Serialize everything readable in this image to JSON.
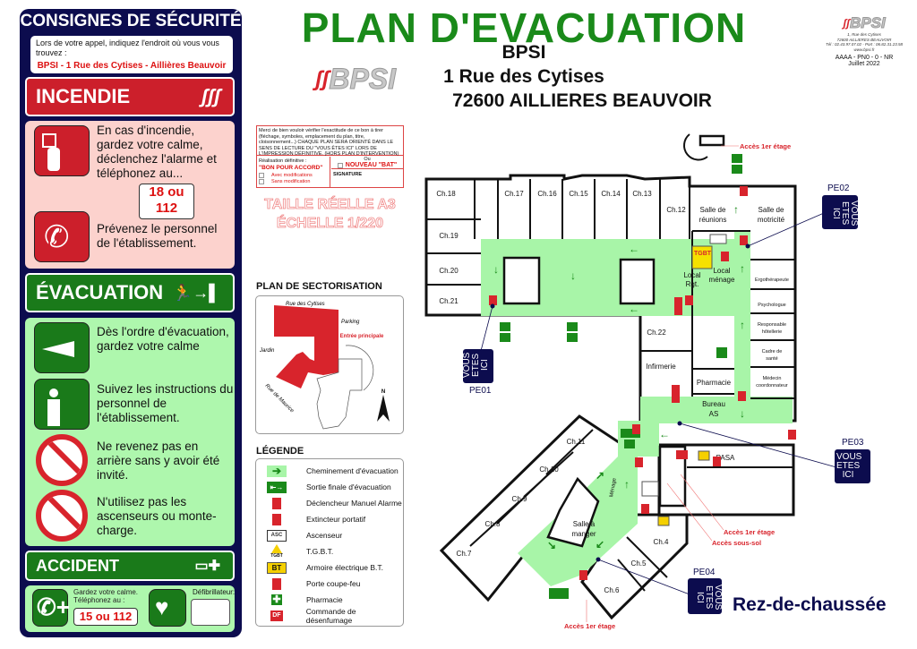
{
  "safety_panel": {
    "title": "CONSIGNES DE SÉCURITÉ",
    "call_instructions": "Lors de votre appel, indiquez l'endroit où vous vous trouvez :",
    "location": "BPSI - 1 Rue des Cytises - Aillières Beauvoir",
    "fire": {
      "header": "INCENDIE",
      "text1": "En cas d'incendie, gardez votre calme, déclenchez l'alarme et téléphonez au...",
      "number_line1": "18 ou",
      "number_line2": "112",
      "text2": "Prévenez le personnel de l'établissement."
    },
    "evacuation": {
      "header": "ÉVACUATION",
      "items": [
        "Dès l'ordre d'évacuation, gardez votre calme",
        "Suivez les instructions du personnel de l'établissement.",
        "Ne revenez pas en arrière sans y avoir été invité.",
        "N'utilisez pas les ascenseurs ou monte-charge."
      ]
    },
    "accident": {
      "header": "ACCIDENT",
      "call_text": "Gardez votre calme. Téléphonez au :",
      "number": "15 ou 112",
      "defib_label": "Défibrillateur:",
      "defib_value": ""
    }
  },
  "header": {
    "title": "PLAN D'EVACUATION",
    "company": "BPSI",
    "street": "1 Rue des Cytises",
    "city": "72600 AILLIERES BEAUVOIR",
    "logo_text": "BPSI"
  },
  "corner_info": {
    "logo_text": "BPSI",
    "address1": "1, Rue des Cytises",
    "address2": "72600 AILLIERES BEAUVOIR",
    "phones": "Tél : 02.43.97.07.02 - Port : 06.82.31.23.58",
    "website": "www.bpsi.fr",
    "reference": "AAAA - PN0 - 0 - NR",
    "date": "Juillet 2022"
  },
  "bat_box": {
    "notice": "Merci de bien vouloir vérifier l'exactitude de ce bon à tirer (fléchage, symboles, emplacement du plan, titre, cloisonnement...) CHAQUE PLAN SERA ORIENTÉ DANS LE SENS DE LECTURE DU \"VOUS ÊTES ICI\" LORS DE L'IMPRESSION DÉFINITIVE. (HORS PLAN D'INTERVENTION)",
    "realisation_label": "Réalisation définitive :",
    "bon_pour_accord": "\"BON POUR ACCORD\"",
    "avec_modifs": "Avec modifications",
    "sans_modifs": "Sans modification",
    "ou": "Ou",
    "nouveau_bat": "NOUVEAU \"BAT\"",
    "signature": "SIGNATURE"
  },
  "scale": {
    "line1": "TAILLE RÉELLE A3",
    "line2": "ÉCHELLE 1/220"
  },
  "sectorisation": {
    "title": "PLAN DE SECTORISATION",
    "labels": [
      "Rue des Cytises",
      "Parking",
      "Jardin",
      "Entrée principale",
      "Rue de Maurice"
    ],
    "north": "N"
  },
  "legend": {
    "title": "LÉGENDE",
    "items": [
      {
        "icon": "green-arrow",
        "label": "Cheminement d'évacuation"
      },
      {
        "icon": "exit-sign",
        "label": "Sortie finale d'évacuation"
      },
      {
        "icon": "manual-alarm",
        "label": "Déclencheur Manuel Alarme"
      },
      {
        "icon": "extinguisher",
        "label": "Extincteur portatif"
      },
      {
        "icon": "elevator",
        "label": "Ascenseur"
      },
      {
        "icon": "tgbt",
        "label": "T.G.B.T."
      },
      {
        "icon": "bt-cabinet",
        "label": "Armoire électrique B.T."
      },
      {
        "icon": "fire-door",
        "label": "Porte coupe-feu"
      },
      {
        "icon": "pharmacy",
        "label": "Pharmacie"
      },
      {
        "icon": "df",
        "label": "Commande de désenfumage"
      }
    ],
    "tgbt_text": "TGBT",
    "bt_text": "BT",
    "df_text": "DF",
    "asc_text": "ASC"
  },
  "floor_plan": {
    "level": "Rez-de-chaussée",
    "rooms": [
      "Ch.18",
      "Ch.17",
      "Ch.16",
      "Ch.15",
      "Ch.14",
      "Ch.13",
      "Ch.12",
      "Ch.19",
      "Ch.20",
      "Ch.21",
      "Ch.22",
      "Salle de",
      "réunions",
      "Salle de",
      "motricité",
      "Local",
      "Rgt.",
      "Local",
      "ménage",
      "Ergothérapeute",
      "Psychologue",
      "Responsable",
      "hôtellerie",
      "Cadre de",
      "santé",
      "Médecin",
      "coordonnateur",
      "Infirmerie",
      "Pharmacie",
      "Bureau",
      "AS",
      "PASA",
      "Ch.11",
      "Ch.10",
      "Ch.9",
      "Ch.8",
      "Ch.7",
      "Salle à",
      "manger",
      "Ménage",
      "Ch.4",
      "Ch.5",
      "Ch.6"
    ],
    "access_labels": [
      "Accès 1er étage",
      "Accès 1er étage",
      "Accès sous-sol",
      "Accès 1er étage"
    ],
    "tgbt_label": "TGBT",
    "you_are_here": [
      {
        "id": "PE01",
        "text": "VOUS ETES ICI"
      },
      {
        "id": "PE02",
        "text": "VOUS ETES ICI"
      },
      {
        "id": "PE03",
        "text": "VOUS ETES ICI"
      },
      {
        "id": "PE04",
        "text": "VOUS ETES ICI"
      }
    ],
    "colors": {
      "corridor": "#a8f5a8",
      "wall": "#111111",
      "safety_red": "#d8242c",
      "exit_green": "#1a8a1a",
      "navy": "#0c0c4e"
    }
  }
}
